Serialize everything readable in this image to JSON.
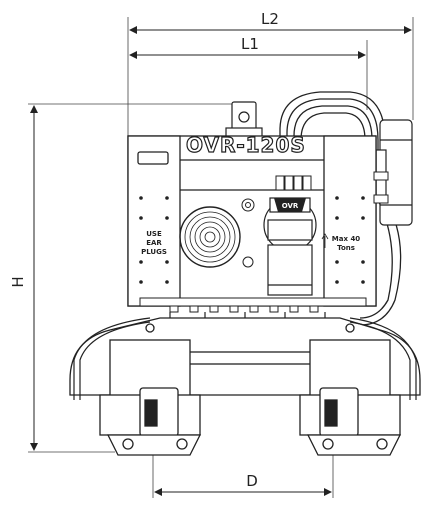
{
  "dimensions": {
    "l2": "L2",
    "l1": "L1",
    "h": "H",
    "d": "D"
  },
  "machine": {
    "model": "OVR-120S",
    "logo": "OVR",
    "left_plate": [
      "USE",
      "EAR",
      "PLUGS"
    ],
    "right_plate": [
      "Max 40",
      "Tons"
    ]
  }
}
